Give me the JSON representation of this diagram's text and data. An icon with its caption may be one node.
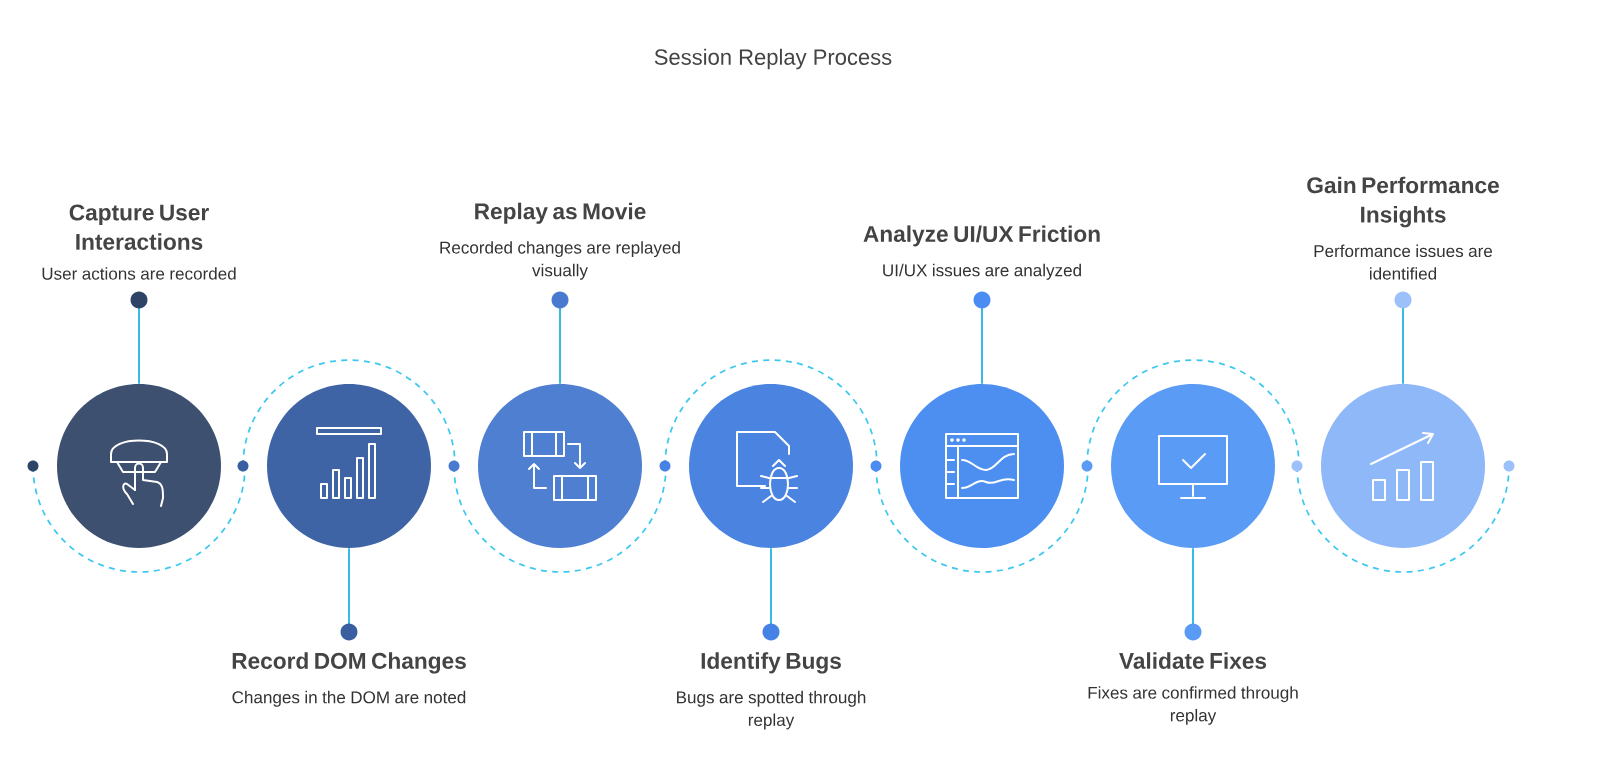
{
  "diagram": {
    "title": "Session Replay Process",
    "nodes": [
      {
        "text": [
          "Capture User Interactions",
          "User actions are recorded"
        ]
      },
      {
        "text": [],
        "shape": "circle"
      },
      {
        "text": [
          "Record DOM Changes",
          "Changes in the DOM are noted"
        ]
      },
      {
        "text": [],
        "shape": "circle"
      },
      {
        "text": [
          "Replay as Movie",
          "Recorded changes are replayed visually"
        ]
      },
      {
        "text": [],
        "shape": "circle"
      },
      {
        "text": [
          "Identify Bugs",
          "Bugs are spotted through replay"
        ]
      },
      {
        "text": [],
        "shape": "circle"
      },
      {
        "text": [
          "Analyze UI/UX Friction",
          "UI/UX issues are analyzed"
        ]
      },
      {
        "text": [],
        "shape": "circle"
      },
      {
        "text": [
          "Validate Fixes",
          "Fixes are confirmed through replay"
        ]
      },
      {
        "text": [],
        "shape": "circle"
      },
      {
        "text": [
          "Gain Performance Insights",
          "Performance issues are identified"
        ]
      },
      {
        "text": [],
        "shape": "circle"
      }
    ],
    "edges": [
      {
        "from": 0,
        "to": 1,
        "arrow": "other"
      },
      {
        "from": 2,
        "to": 3,
        "arrow": "other"
      },
      {
        "from": 4,
        "to": 5,
        "arrow": "other"
      },
      {
        "from": 6,
        "to": 7,
        "arrow": "other"
      },
      {
        "from": 8,
        "to": 9,
        "arrow": "other"
      },
      {
        "from": 10,
        "to": 11,
        "arrow": "other"
      },
      {
        "from": 12,
        "to": 13,
        "arrow": "other"
      }
    ]
  }
}
